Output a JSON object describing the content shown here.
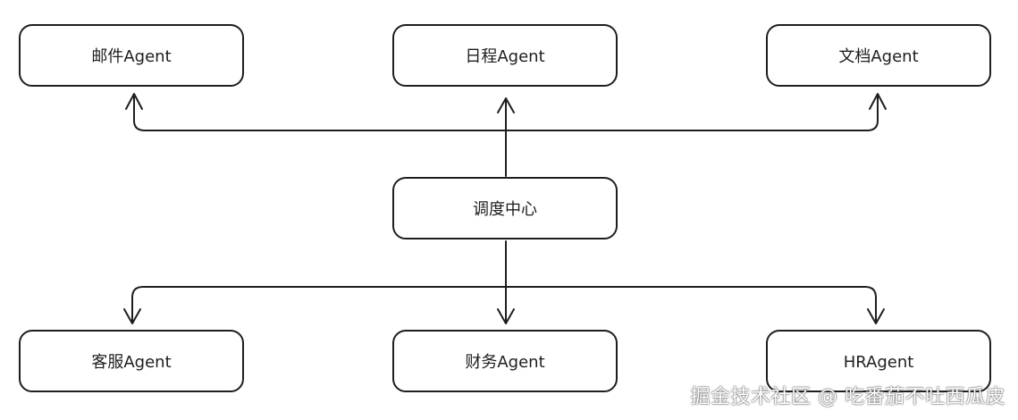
{
  "diagram": {
    "top_nodes": {
      "mail": "邮件Agent",
      "schedule": "日程Agent",
      "docs": "文档Agent"
    },
    "center_node": "调度中心",
    "bottom_nodes": {
      "customer_service": "客服Agent",
      "finance": "财务Agent",
      "hr": "HRAgent"
    }
  },
  "watermark": "掘金技术社区 @ 吃番茄不吐西瓜皮",
  "colors": {
    "stroke": "#1e1e1e",
    "background": "#ffffff"
  }
}
